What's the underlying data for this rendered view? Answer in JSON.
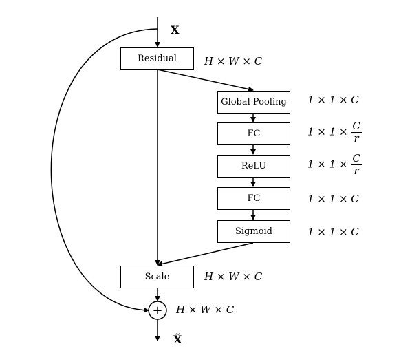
{
  "input": {
    "label": "X"
  },
  "output": {
    "label": "X̃"
  },
  "blocks": {
    "residual": "Residual",
    "global_pooling": "Global Pooling",
    "fc1": "FC",
    "relu": "ReLU",
    "fc2": "FC",
    "sigmoid": "Sigmoid",
    "scale": "Scale"
  },
  "dims": {
    "residual": {
      "prefix": "H × W × C"
    },
    "global_pooling": {
      "prefix": "1 × 1 × C"
    },
    "fc1": {
      "prefix": "1 × 1 ×",
      "num": "C",
      "den": "r"
    },
    "relu": {
      "prefix": "1 × 1 ×",
      "num": "C",
      "den": "r"
    },
    "fc2": {
      "prefix": "1 × 1 × C"
    },
    "sigmoid": {
      "prefix": "1 × 1 × C"
    },
    "scale": {
      "prefix": "H × W × C"
    },
    "sum": {
      "prefix": "H × W × C"
    }
  },
  "sum_symbol": "+"
}
